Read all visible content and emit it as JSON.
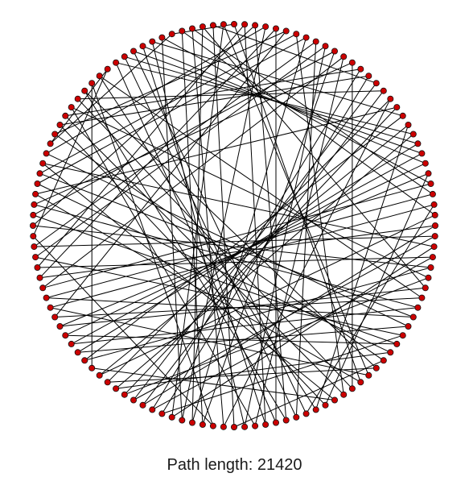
{
  "footer": {
    "path_label": "Path length: 21420"
  },
  "tour": {
    "node_count": 120,
    "node_color": "#cc0000",
    "node_stroke_color": "#111111",
    "edge_color": "#000000",
    "background": "#ffffff",
    "order": [
      0,
      47,
      93,
      18,
      71,
      35,
      102,
      58,
      11,
      84,
      26,
      113,
      65,
      3,
      97,
      40,
      77,
      22,
      109,
      54,
      8,
      88,
      31,
      70,
      15,
      118,
      60,
      44,
      99,
      5,
      81,
      37,
      106,
      52,
      20,
      74,
      29,
      115,
      63,
      10,
      91,
      42,
      79,
      24,
      111,
      57,
      1,
      86,
      33,
      68,
      13,
      101,
      49,
      6,
      95,
      39,
      83,
      27,
      116,
      61,
      17,
      73,
      45,
      104,
      55,
      2,
      90,
      34,
      76,
      19,
      112,
      59,
      9,
      87,
      41,
      67,
      14,
      100,
      51,
      25,
      80,
      36,
      117,
      64,
      7,
      94,
      43,
      72,
      21,
      108,
      56,
      4,
      85,
      30,
      69,
      16,
      103,
      48,
      12,
      92,
      38,
      78,
      23,
      110,
      53,
      28,
      82,
      46,
      119,
      66,
      32,
      96,
      50,
      75,
      105,
      62,
      89,
      107,
      98,
      114
    ]
  }
}
